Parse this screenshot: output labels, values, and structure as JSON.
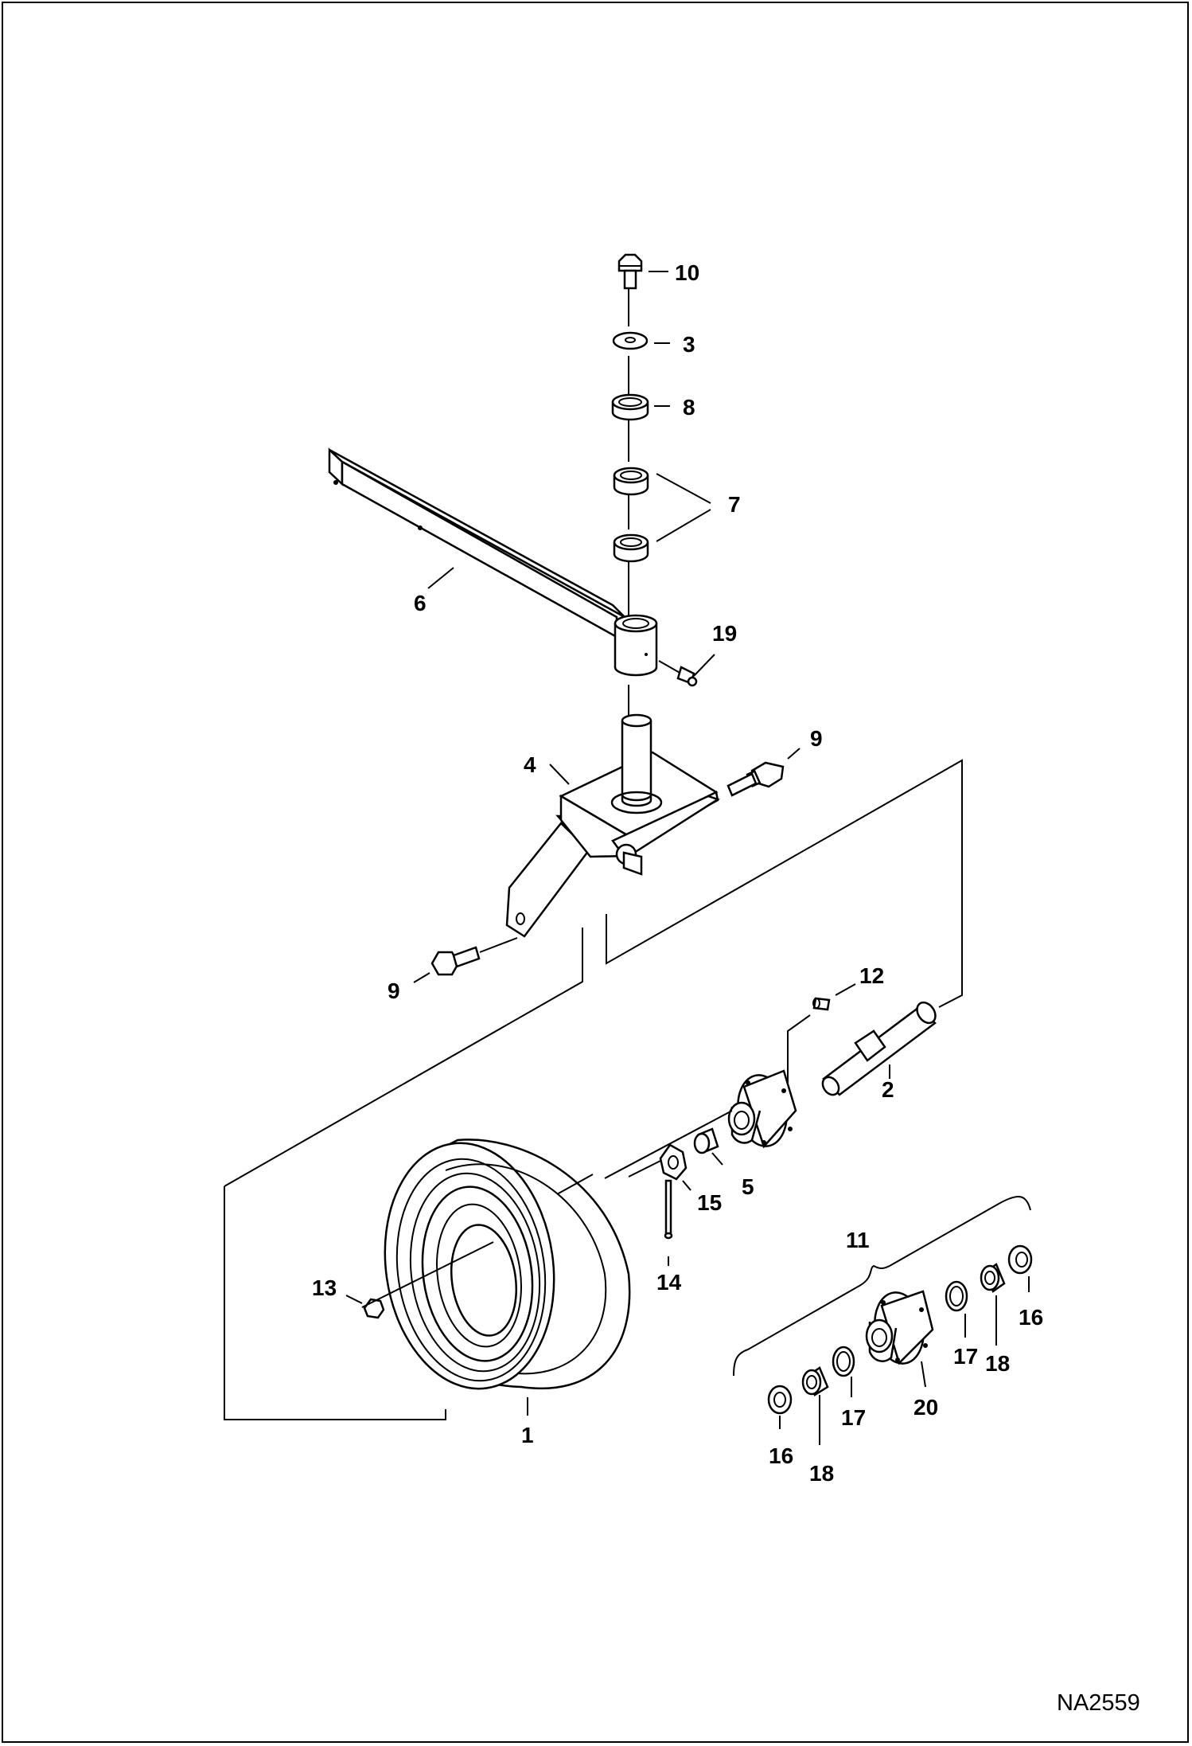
{
  "diagram": {
    "drawing_code": "NA2559",
    "callouts": [
      {
        "id": "c10",
        "text": "10"
      },
      {
        "id": "c3",
        "text": "3"
      },
      {
        "id": "c8",
        "text": "8"
      },
      {
        "id": "c7",
        "text": "7"
      },
      {
        "id": "c6",
        "text": "6"
      },
      {
        "id": "c19",
        "text": "19"
      },
      {
        "id": "c9a",
        "text": "9"
      },
      {
        "id": "c4",
        "text": "4"
      },
      {
        "id": "c9b",
        "text": "9"
      },
      {
        "id": "c12",
        "text": "12"
      },
      {
        "id": "c2",
        "text": "2"
      },
      {
        "id": "c5",
        "text": "5"
      },
      {
        "id": "c15",
        "text": "15"
      },
      {
        "id": "c14",
        "text": "14"
      },
      {
        "id": "c13",
        "text": "13"
      },
      {
        "id": "c1",
        "text": "1"
      },
      {
        "id": "c11",
        "text": "11"
      },
      {
        "id": "c16a",
        "text": "16"
      },
      {
        "id": "c17a",
        "text": "17"
      },
      {
        "id": "c18a",
        "text": "18"
      },
      {
        "id": "c20",
        "text": "20"
      },
      {
        "id": "c17b",
        "text": "17"
      },
      {
        "id": "c16b",
        "text": "16"
      },
      {
        "id": "c18b",
        "text": "18"
      }
    ]
  }
}
